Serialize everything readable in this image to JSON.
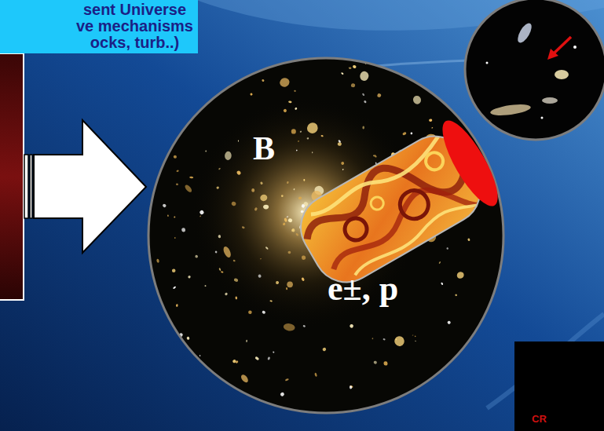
{
  "diagram": {
    "nodes": [
      {
        "text": [
          "sent Universe ve mechanisms ocks, turb..)"
        ]
      },
      {
        "text": [
          "B",
          "e±, p"
        ]
      },
      {
        "text": [
          "CR"
        ]
      }
    ]
  }
}
